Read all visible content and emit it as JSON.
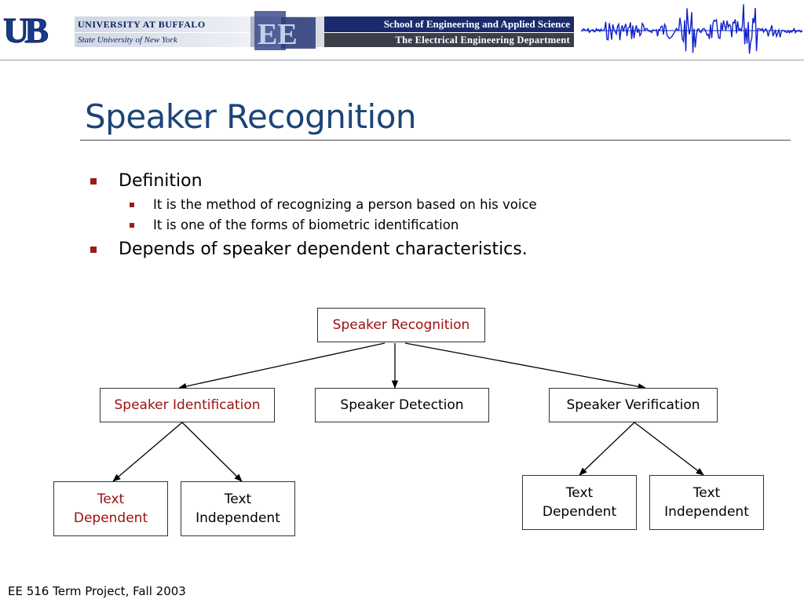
{
  "header": {
    "university": "UNIVERSITY AT BUFFALO",
    "state_university": "State University of New York",
    "school": "School of Engineering and Applied Science",
    "department": "The Electrical Engineering Department",
    "ub_logo_text": "UB",
    "eec_logo_text": "EE"
  },
  "slide": {
    "title": "Speaker Recognition",
    "bullets": [
      {
        "text": "Definition",
        "sub": [
          "It is the method of recognizing a person based on his voice",
          "It is one of the forms of biometric identification"
        ]
      },
      {
        "text": "Depends of speaker dependent characteristics."
      }
    ]
  },
  "diagram": {
    "root": "Speaker Recognition",
    "identification": "Speaker Identification",
    "detection": "Speaker Detection",
    "verification": "Speaker Verification",
    "id_text_dependent": "Text Dependent",
    "id_text_independent": "Text Independent",
    "ver_text_dependent": "Text Dependent",
    "ver_text_independent": "Text Independent"
  },
  "colors": {
    "title": "#1c4478",
    "highlight": "#9b1010",
    "bullet_square": "#9b1c1c",
    "school_bar": "#1a2a6c",
    "waveform": "#1020c8"
  },
  "footer": "EE 516 Term Project, Fall 2003"
}
